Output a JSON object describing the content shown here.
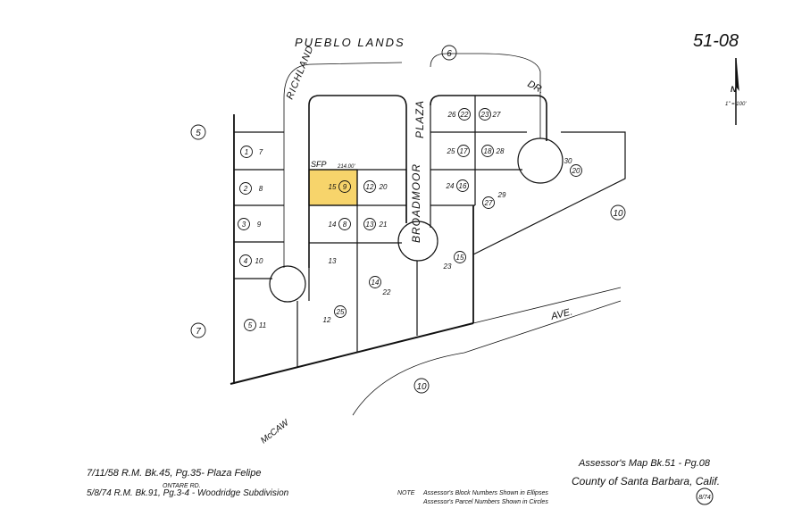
{
  "map_number": "51-08",
  "scale": "1\" = 100'",
  "north_arrow": "N",
  "streets": {
    "pueblo_lands": "PUEBLO LANDS",
    "richland": "RICHLAND",
    "plaza": "PLAZA",
    "dr": "DR.",
    "broadmoor": "BROADMOOR",
    "ave": "AVE.",
    "mccaw": "McCAW"
  },
  "blocks": [
    "5",
    "6",
    "7",
    "10",
    "10"
  ],
  "parcels": [
    {
      "parcel": "1",
      "lot": "7"
    },
    {
      "parcel": "2",
      "lot": "8"
    },
    {
      "parcel": "3",
      "lot": "9"
    },
    {
      "parcel": "4",
      "lot": "10"
    },
    {
      "parcel": "5",
      "lot": "11"
    },
    {
      "parcel": "9",
      "lot": "15",
      "highlighted": true
    },
    {
      "parcel": "12",
      "lot": "20"
    },
    {
      "parcel": "8",
      "lot": "14"
    },
    {
      "parcel": "13",
      "lot": "21"
    },
    {
      "parcel": "",
      "lot": "13"
    },
    {
      "parcel": "25",
      "lot": "12"
    },
    {
      "parcel": "14",
      "lot": "22"
    },
    {
      "parcel": "22",
      "lot": "26"
    },
    {
      "parcel": "23",
      "lot": "27"
    },
    {
      "parcel": "17",
      "lot": "25"
    },
    {
      "parcel": "18",
      "lot": "28"
    },
    {
      "parcel": "16",
      "lot": "24"
    },
    {
      "parcel": "27",
      "lot": "29"
    },
    {
      "parcel": "20",
      "lot": "30"
    },
    {
      "parcel": "15",
      "lot": "23"
    }
  ],
  "annotations": {
    "sfp": "SFP",
    "dim": "214.00'"
  },
  "highlight_color": "#f7d46b",
  "references": {
    "line1": "7/11/58 R.M. Bk.45, Pg.35- Plaza Felipe",
    "ontare": "ONTARE   RD.",
    "line2": "5/8/74 R.M. Bk.91, Pg.3-4 - Woodridge Subdivision"
  },
  "note": {
    "label": "NOTE",
    "line1": "Assessor's Block Numbers Shown in Ellipses",
    "line2": "Assessor's Parcel Numbers Shown in Circles"
  },
  "title": {
    "line1": "Assessor's Map Bk.51 - Pg.08",
    "line2": "County of Santa Barbara, Calif.",
    "stamp": "8/74"
  }
}
